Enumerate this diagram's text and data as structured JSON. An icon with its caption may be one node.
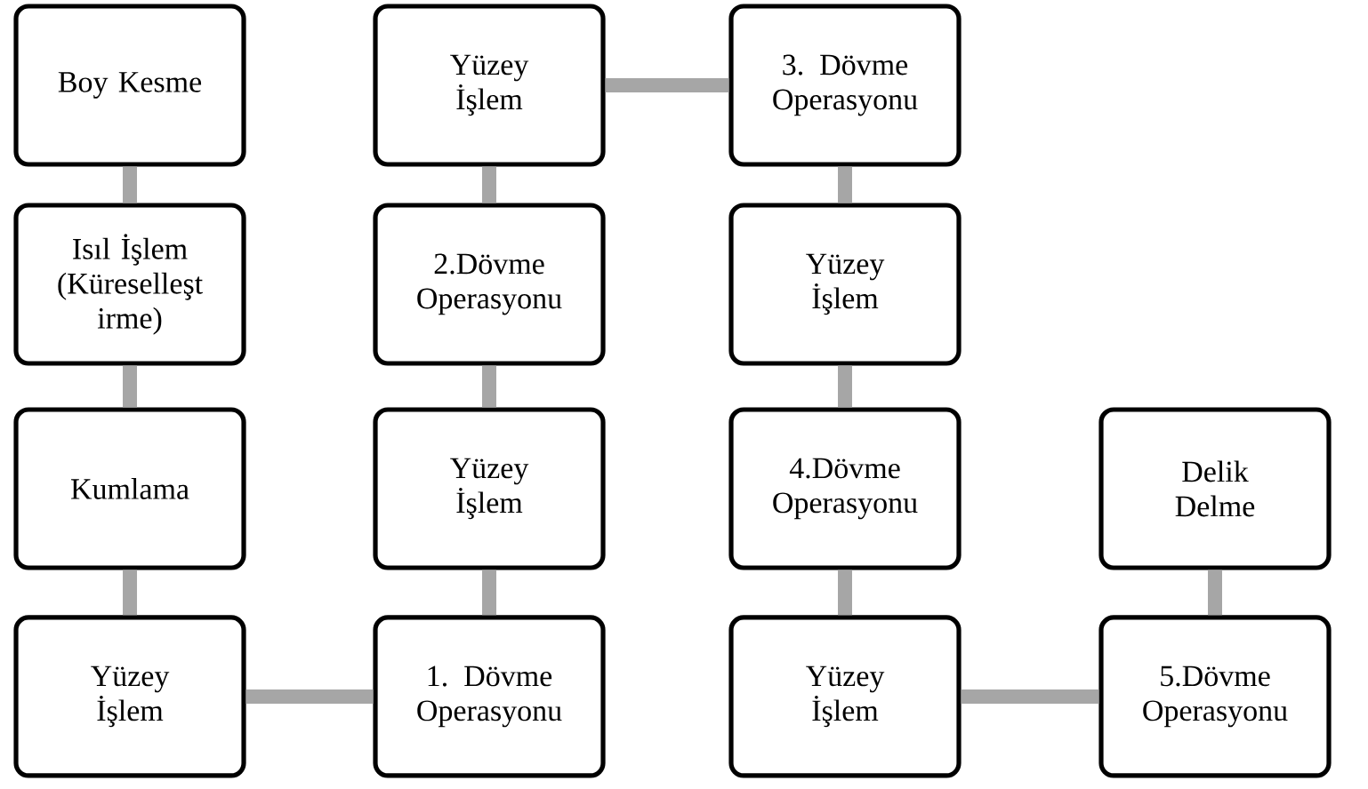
{
  "diagram": {
    "nodes": [
      {
        "text": [
          "Boy Kesme"
        ]
      },
      {
        "text": [
          "Isıl İşlem (Küreselleşt irme)"
        ]
      },
      {
        "text": [
          "Kumlama"
        ]
      },
      {
        "text": [
          "Yüzey İşlem"
        ]
      },
      {
        "text": [
          "1. Dövme Operasyonu"
        ]
      },
      {
        "text": [
          "Yüzey İşlem"
        ]
      },
      {
        "text": [
          "2.Dövme Operasyonu"
        ]
      },
      {
        "text": [
          "Yüzey İşlem"
        ]
      },
      {
        "text": [
          "3. Dövme Operasyonu"
        ]
      },
      {
        "text": [
          "Yüzey İşlem"
        ]
      },
      {
        "text": [
          "4.Dövme Operasyonu"
        ]
      },
      {
        "text": [
          "Yüzey İşlem"
        ]
      },
      {
        "text": [
          "5.Dövme Operasyonu"
        ]
      },
      {
        "text": [
          "Delik Delme"
        ]
      }
    ],
    "edges": [
      {
        "from": 0,
        "to": 1,
        "arrow": "none"
      },
      {
        "from": 1,
        "to": 2,
        "arrow": "none"
      },
      {
        "from": 2,
        "to": 3,
        "arrow": "none"
      },
      {
        "from": 3,
        "to": 4,
        "arrow": "none"
      },
      {
        "from": 4,
        "to": 5,
        "arrow": "none"
      },
      {
        "from": 5,
        "to": 6,
        "arrow": "none"
      },
      {
        "from": 6,
        "to": 7,
        "arrow": "none"
      },
      {
        "from": 7,
        "to": 8,
        "arrow": "none"
      },
      {
        "from": 8,
        "to": 9,
        "arrow": "none"
      },
      {
        "from": 9,
        "to": 10,
        "arrow": "none"
      },
      {
        "from": 10,
        "to": 11,
        "arrow": "none"
      },
      {
        "from": 11,
        "to": 12,
        "arrow": "none"
      },
      {
        "from": 12,
        "to": 13,
        "arrow": "none"
      }
    ]
  }
}
